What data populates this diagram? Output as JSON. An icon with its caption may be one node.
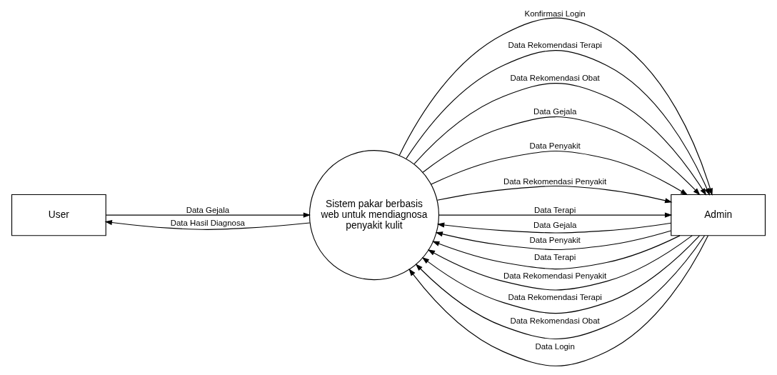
{
  "diagram": {
    "nodes": [
      {
        "text": [
          "User"
        ]
      },
      {
        "text": [
          "Sistem pakar berbasis web untuk mendiagnosa penyakit kulit"
        ]
      },
      {
        "text": [
          "Admin"
        ]
      }
    ],
    "edges": [
      {
        "from": 0,
        "to": 1,
        "arrow": "to",
        "label": "Data Gejala"
      },
      {
        "from": 1,
        "to": 0,
        "arrow": "to",
        "label": "Data Hasil Diagnosa"
      },
      {
        "from": 2,
        "to": 1,
        "arrow": "to",
        "label": "Data Gejala"
      },
      {
        "from": 2,
        "to": 1,
        "arrow": "to",
        "label": "Data Penyakit"
      },
      {
        "from": 2,
        "to": 1,
        "arrow": "to",
        "label": "Data Terapi"
      },
      {
        "from": 2,
        "to": 1,
        "arrow": "to",
        "label": "Data Rekomendasi Penyakit"
      },
      {
        "from": 2,
        "to": 1,
        "arrow": "to",
        "label": "Data Rekomendasi Terapi"
      },
      {
        "from": 2,
        "to": 1,
        "arrow": "to",
        "label": "Data Rekomendasi Obat"
      },
      {
        "from": 2,
        "to": 1,
        "arrow": "to",
        "label": "Data Login"
      },
      {
        "from": 1,
        "to": 2,
        "arrow": "to",
        "label": "Konfirmasi Login"
      },
      {
        "from": 1,
        "to": 2,
        "arrow": "to",
        "label": "Data Rekomendasi Terapi"
      },
      {
        "from": 1,
        "to": 2,
        "arrow": "to",
        "label": "Data Rekomendasi Obat"
      },
      {
        "from": 1,
        "to": 2,
        "arrow": "to",
        "label": "Data Gejala"
      },
      {
        "from": 1,
        "to": 2,
        "arrow": "to",
        "label": "Data Penyakit"
      },
      {
        "from": 1,
        "to": 2,
        "arrow": "to",
        "label": "Data Rekomendasi Penyakit"
      },
      {
        "from": 1,
        "to": 2,
        "arrow": "to",
        "label": "Data Terapi"
      }
    ]
  }
}
